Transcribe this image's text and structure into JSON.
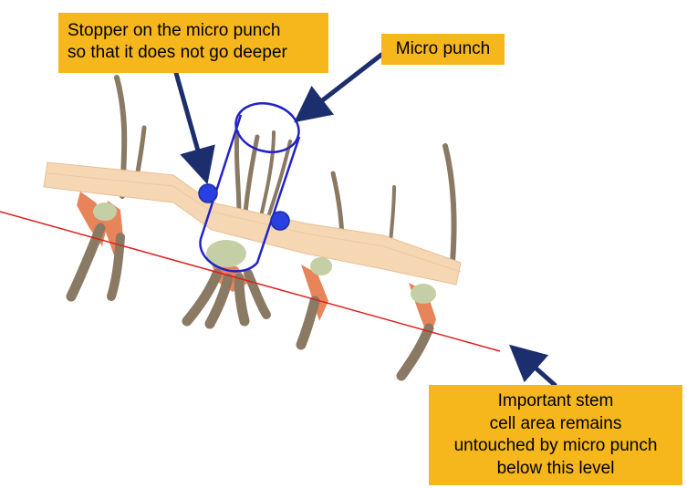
{
  "callouts": {
    "stopper": {
      "lines": [
        "Stopper on the micro punch",
        "so that it does not go deeper"
      ]
    },
    "micro_punch": {
      "label": "Micro punch"
    },
    "stem_cell": {
      "lines": [
        "Important stem",
        "cell area remains",
        "untouched by micro punch",
        "below this level"
      ]
    }
  },
  "colors": {
    "callout_fill": "#F6B71C",
    "arrow": "#1C2E6E",
    "punch_outline": "#2323C8",
    "stopper_dot": "#2A3FE0",
    "level_line": "#E01E1E",
    "skin": "#F6D7B4",
    "hair": "#8A7A63",
    "follicle": "#E8845A",
    "gland": "#C5CFA6"
  }
}
